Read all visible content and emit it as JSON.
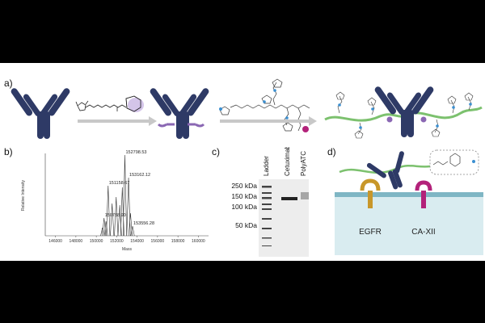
{
  "panels": {
    "a": "a)",
    "b": "b)",
    "c": "c)",
    "d": "d)"
  },
  "spectrum": {
    "ylabel": "Relative Intensity",
    "xlabel": "Mass",
    "x_ticks": [
      "146000",
      "148000",
      "150000",
      "152000",
      "154000",
      "156000",
      "158000",
      "160000"
    ],
    "peak_labels": [
      "150758.90",
      "151158.67",
      "152798.53",
      "153162.12",
      "153556.28"
    ]
  },
  "chart_data": {
    "type": "line",
    "xlabel": "Mass",
    "ylabel": "Relative Intensity",
    "xlim": [
      145000,
      161000
    ],
    "ylim": [
      0,
      1
    ],
    "x_tick_labels": [
      "146000",
      "148000",
      "150000",
      "152000",
      "154000",
      "156000",
      "158000",
      "160000"
    ],
    "series": [
      {
        "x": [
          150600,
          150760,
          150950,
          151160,
          151550,
          151950,
          152300,
          152550,
          152800,
          153162,
          153350,
          153556
        ],
        "values": [
          0.1,
          0.22,
          0.18,
          0.62,
          0.4,
          0.48,
          0.38,
          0.6,
          1.0,
          0.72,
          0.28,
          0.12
        ]
      }
    ],
    "peak_labels": [
      {
        "x": 150758.9,
        "label": "150758.90"
      },
      {
        "x": 151158.67,
        "label": "151158.67"
      },
      {
        "x": 152798.53,
        "label": "152798.53"
      },
      {
        "x": 153162.12,
        "label": "153162.12"
      },
      {
        "x": 153556.28,
        "label": "153556.28"
      }
    ]
  },
  "gel": {
    "markers": [
      "250 kDa",
      "150 kDa",
      "100 kDa",
      "50 kDa"
    ],
    "lanes": [
      "Ladder",
      "Cetuximab",
      "PolyATC"
    ]
  },
  "cell": {
    "receptors": [
      "EGFR",
      "CA-XII"
    ]
  },
  "colors": {
    "antibody": "#2e3a66",
    "purple": "#8a67b3",
    "green": "#7cc16e",
    "blue": "#3a8fd1",
    "magenta": "#b3227a",
    "gold": "#c8972a",
    "membrane": "#7fb6c4"
  }
}
